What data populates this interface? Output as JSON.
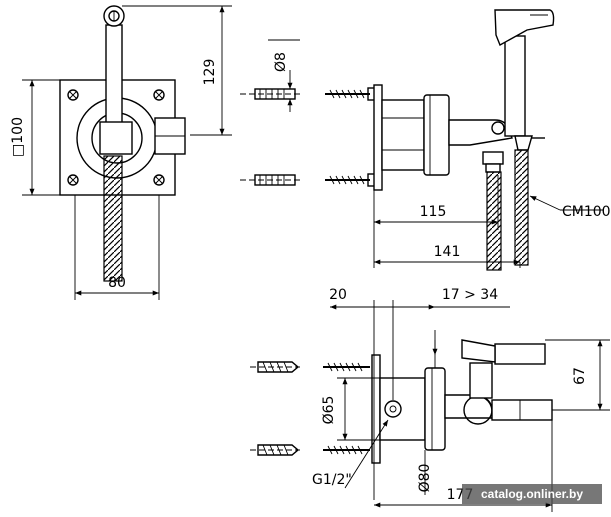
{
  "dimensions": {
    "height_top": "129",
    "square_side": "□100",
    "width_bottom": "80",
    "anchor_diameter": "Ø8",
    "depth_115": "115",
    "depth_141": "141",
    "hose_length": "CM100",
    "offset_20": "20",
    "range_17_34": "17 > 34",
    "height_67": "67",
    "diameter_65": "Ø65",
    "diameter_80": "Ø80",
    "thread": "G1/2\"",
    "total_177": "177"
  },
  "watermark": "catalog.onliner.by"
}
